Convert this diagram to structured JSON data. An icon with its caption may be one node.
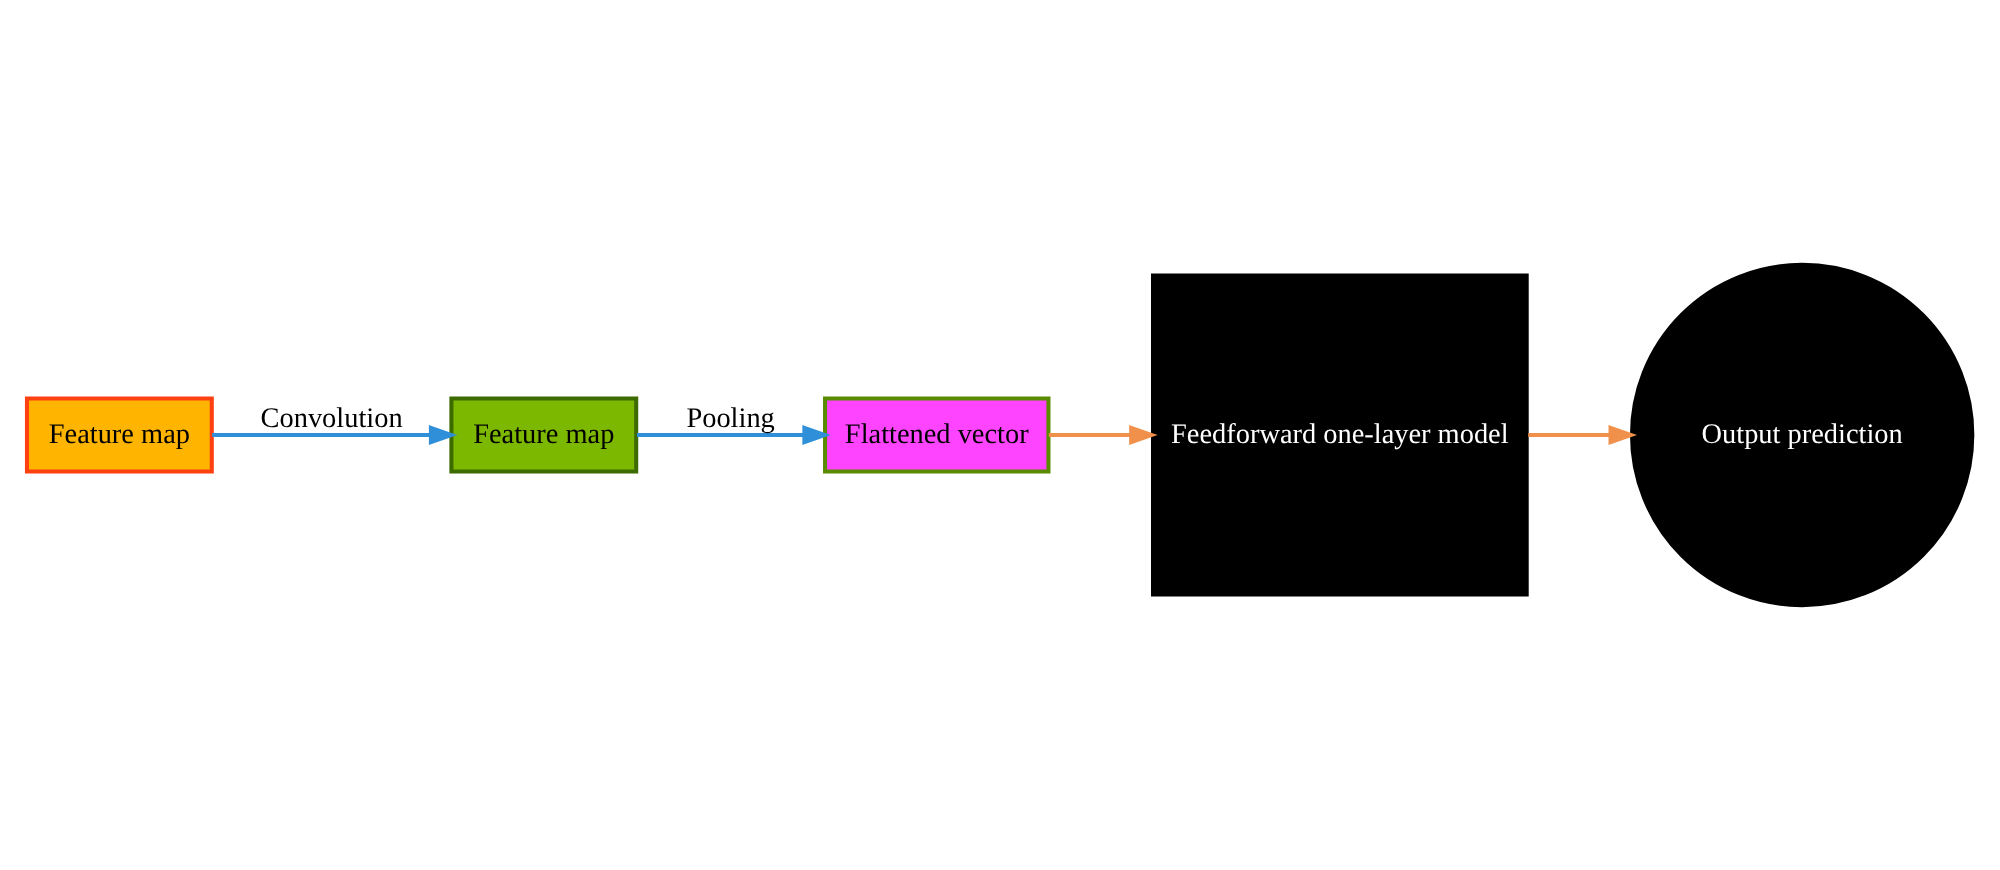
{
  "diagram": {
    "nodes": [
      {
        "text": [
          "Feature map"
        ]
      },
      {
        "text": [
          "Feature map"
        ]
      },
      {
        "text": [
          "Flattened vector"
        ]
      },
      {
        "text": [
          "Feedforward one-layer model"
        ]
      },
      {
        "text": [
          "Output prediction"
        ]
      }
    ],
    "edges": [
      {
        "from": 0,
        "to": 1,
        "arrow": "to",
        "label": "Convolution",
        "color": "#2f8fd8"
      },
      {
        "from": 1,
        "to": 2,
        "arrow": "to",
        "label": "Pooling",
        "color": "#2f8fd8"
      },
      {
        "from": 2,
        "to": 3,
        "arrow": "to",
        "color": "#f0904a"
      },
      {
        "from": 3,
        "to": 4,
        "arrow": "to",
        "color": "#f0904a"
      }
    ]
  }
}
